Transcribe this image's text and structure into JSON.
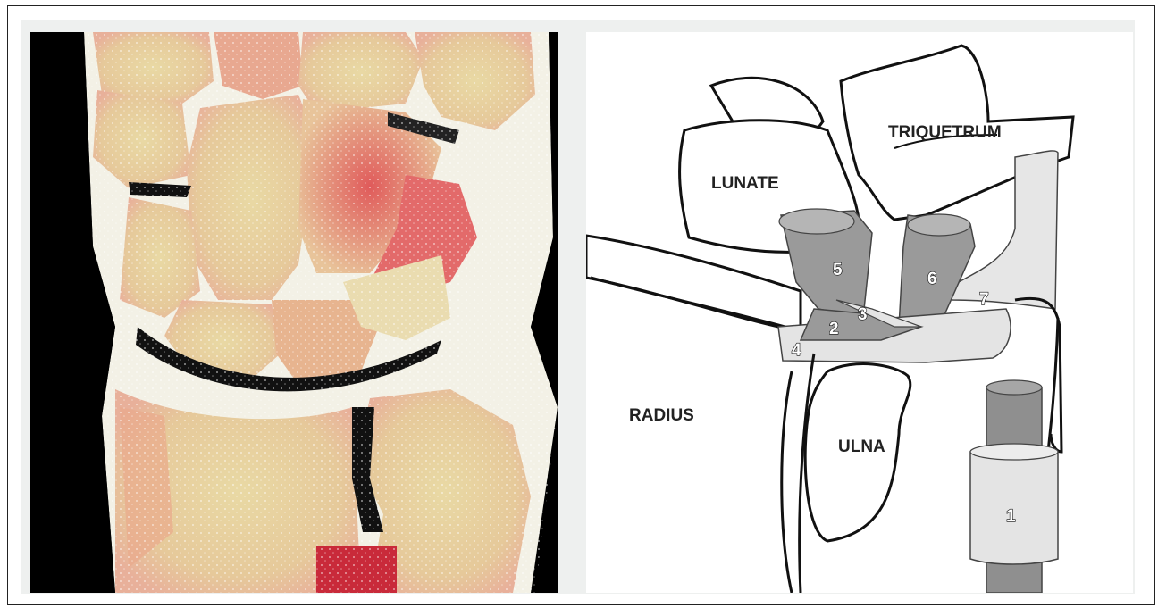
{
  "photo": {
    "description_name": "wrist-coronal-section-photo"
  },
  "diagram": {
    "bone_labels": {
      "lunate": "LUNATE",
      "triquetrum": "TRIQUETRUM",
      "radius": "RADIUS",
      "ulna": "ULNA"
    },
    "structure_numbers": [
      "1",
      "2",
      "3",
      "4",
      "5",
      "6",
      "7"
    ]
  },
  "colors": {
    "bone_fill": "#ffffff",
    "ligament_dark": "#9a9a9a",
    "ligament_light": "#e4e4e4",
    "outline": "#111111"
  }
}
